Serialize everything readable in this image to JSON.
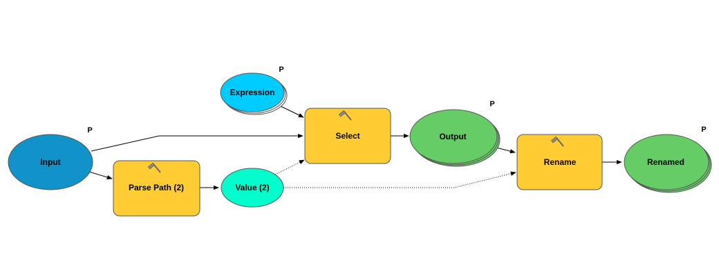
{
  "diagram": {
    "nodes": {
      "input": {
        "label": "Input",
        "parameter": "P",
        "color": "#1192C8"
      },
      "expression": {
        "label": "Expression",
        "parameter": "P",
        "color": "#00CCFF"
      },
      "parse_path": {
        "label": "Parse Path (2)",
        "color": "#FFCC33"
      },
      "value": {
        "label": "Value (2)",
        "color": "#00FFCC"
      },
      "select": {
        "label": "Select",
        "color": "#FFCC33"
      },
      "output": {
        "label": "Output",
        "parameter": "P",
        "color": "#66CC66"
      },
      "rename": {
        "label": "Rename",
        "color": "#FFCC33"
      },
      "renamed": {
        "label": "Renamed",
        "parameter": "P",
        "color": "#66CC66"
      }
    },
    "tool_icon": "hammer-icon",
    "connections": [
      {
        "from": "input",
        "to": "select",
        "style": "solid"
      },
      {
        "from": "input",
        "to": "parse_path",
        "style": "solid"
      },
      {
        "from": "parse_path",
        "to": "value",
        "style": "solid"
      },
      {
        "from": "expression",
        "to": "select",
        "style": "solid"
      },
      {
        "from": "value",
        "to": "select",
        "style": "dotted"
      },
      {
        "from": "select",
        "to": "output",
        "style": "solid"
      },
      {
        "from": "output",
        "to": "rename",
        "style": "solid"
      },
      {
        "from": "value",
        "to": "rename",
        "style": "dotted"
      },
      {
        "from": "rename",
        "to": "renamed",
        "style": "solid"
      }
    ]
  }
}
